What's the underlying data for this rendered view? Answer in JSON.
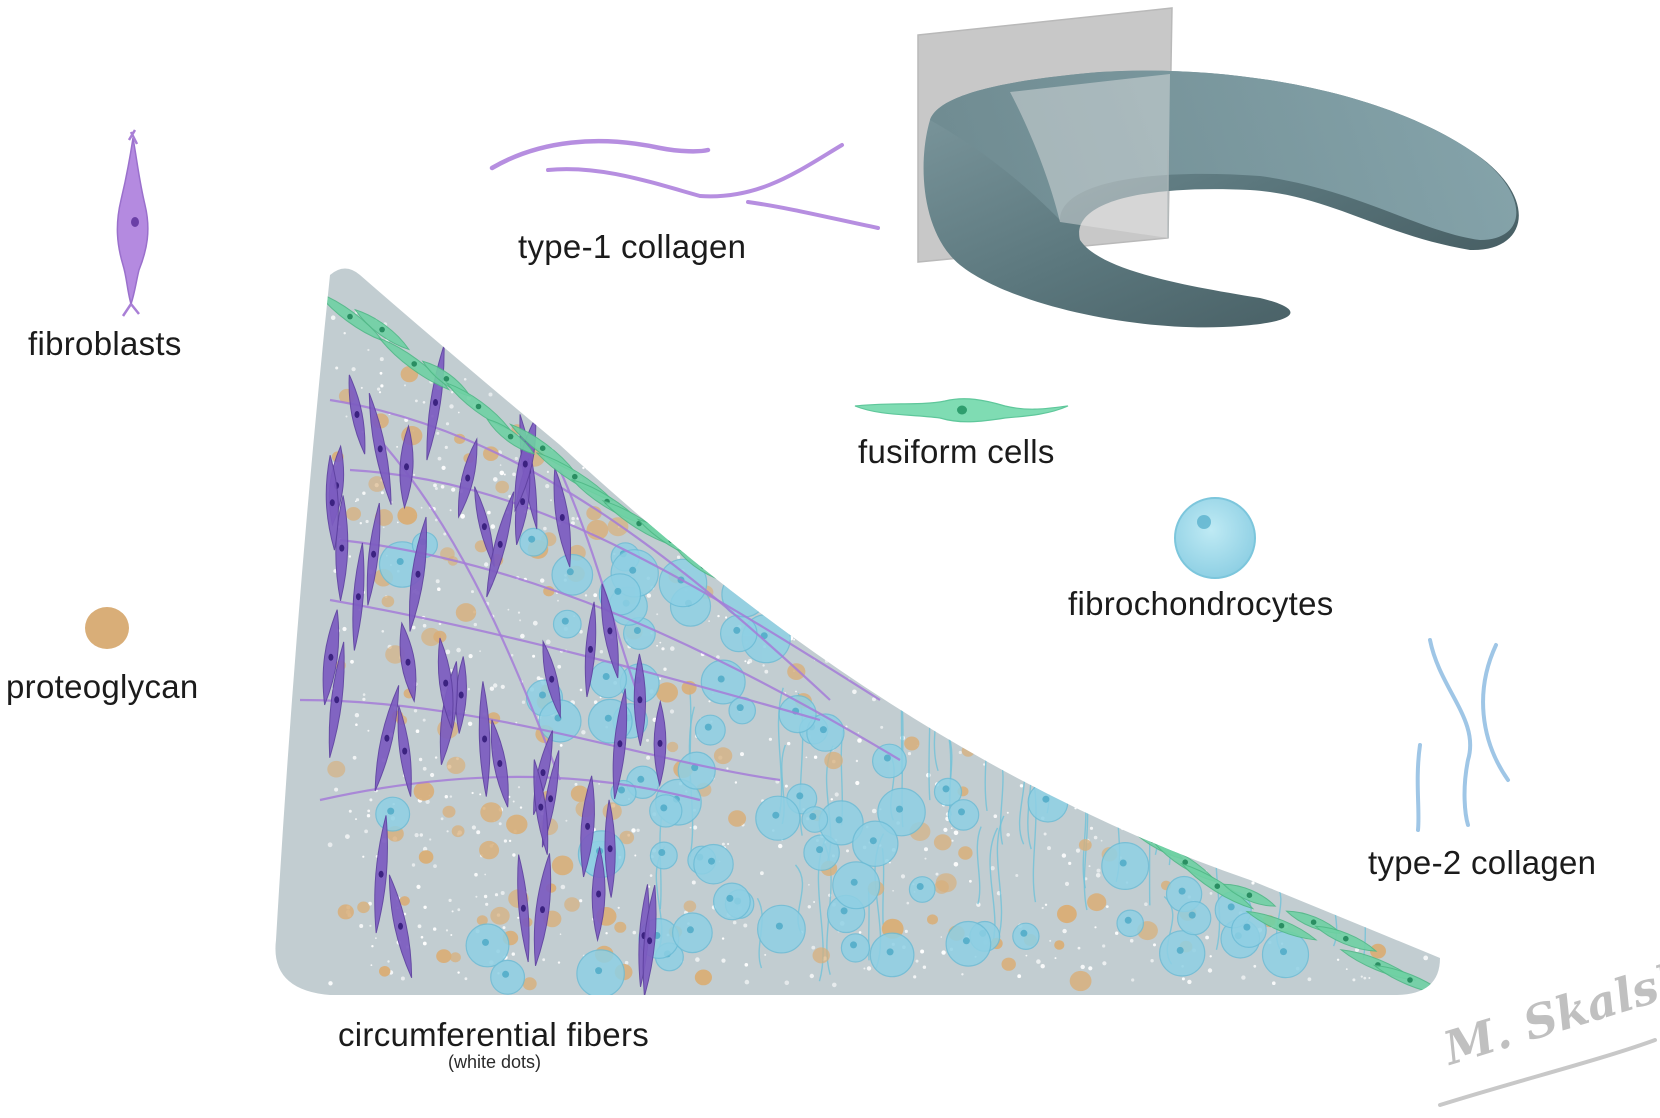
{
  "labels": {
    "fibroblasts": "fibroblasts",
    "type1_collagen": "type-1 collagen",
    "fusiform_cells": "fusiform cells",
    "fibrochondrocytes": "fibrochondrocytes",
    "proteoglycan": "proteoglycan",
    "type2_collagen": "type-2 collagen",
    "circumferential_fibers": "circumferential fibers",
    "circumferential_fibers_note": "(white dots)"
  },
  "signature": "M. Skalski",
  "colors": {
    "fibroblast": "#a97fd6",
    "fibroblast_dark": "#7a5cb8",
    "type1_collagen": "#b68ee0",
    "fusiform": "#6cd4a6",
    "fibrochondrocyte": "#9fdcec",
    "proteoglycan": "#d9ae78",
    "type2_collagen": "#9fc6e6",
    "tissue": "#c2cdd1",
    "meniscus": "#5c7a80",
    "signature": "#bdbdbd"
  },
  "icons": [
    "fibroblast-cell-icon",
    "collagen-fiber-icon",
    "fusiform-cell-icon",
    "fibrochondrocyte-icon",
    "proteoglycan-icon",
    "meniscus-3d-icon"
  ]
}
